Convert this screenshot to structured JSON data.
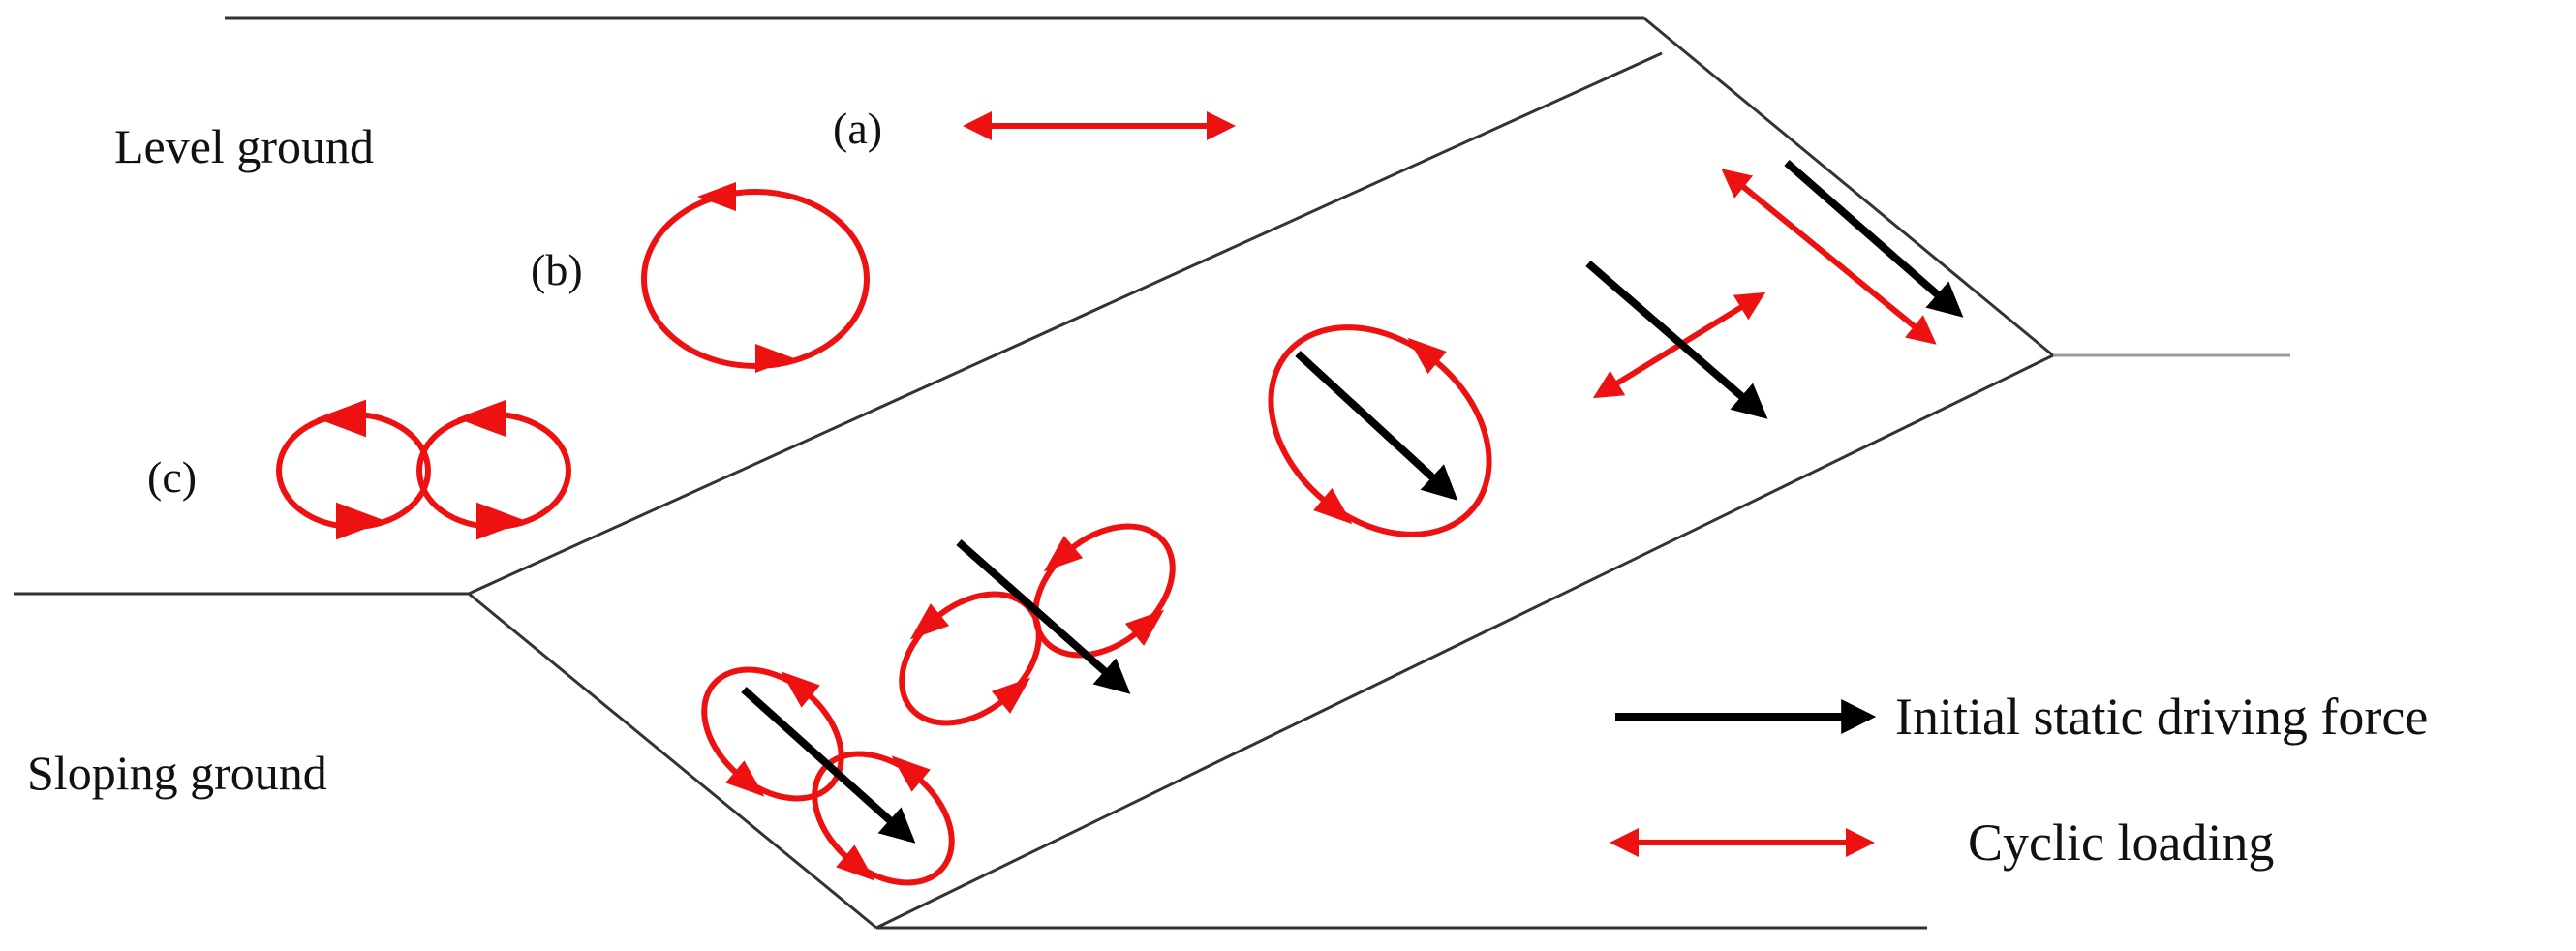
{
  "labels": {
    "level_ground": "Level ground",
    "sloping_ground": "Sloping ground",
    "case_a": "(a)",
    "case_b": "(b)",
    "case_c": "(c)"
  },
  "legend": {
    "static_force": "Initial static driving force",
    "cyclic_loading": "Cyclic loading"
  },
  "colors": {
    "cyclic": "#ee1111",
    "static": "#000000",
    "ground_line": "#333333",
    "ground_line_light": "#999999"
  },
  "icons": {
    "static_arrow": "black-arrow-icon",
    "cyclic_arrow": "red-double-arrow-icon"
  }
}
